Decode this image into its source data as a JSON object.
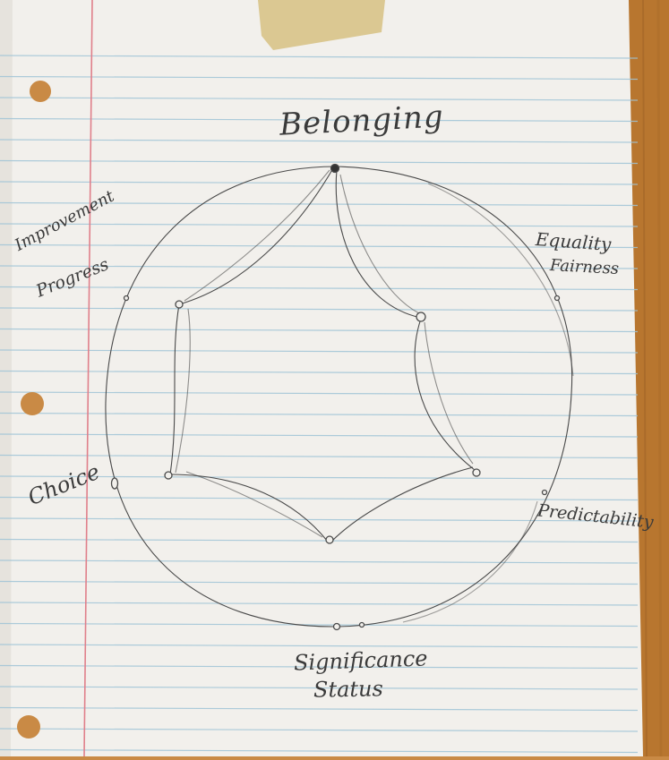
{
  "labels": {
    "belonging": "Belonging",
    "equality": "Equality",
    "fairness": "Fairness",
    "improvement": "Improvement",
    "progress": "Progress",
    "choice": "Choice",
    "predictability": "Predictability",
    "significance": "Significance",
    "status": "Status"
  },
  "colors": {
    "desk": "#c98a45",
    "paper": "#f2f0ec",
    "rule_line": "#9fc4d6",
    "margin_line": "#e07f8a",
    "pencil": "#4a4a4a",
    "tape": "#d9c48a"
  }
}
